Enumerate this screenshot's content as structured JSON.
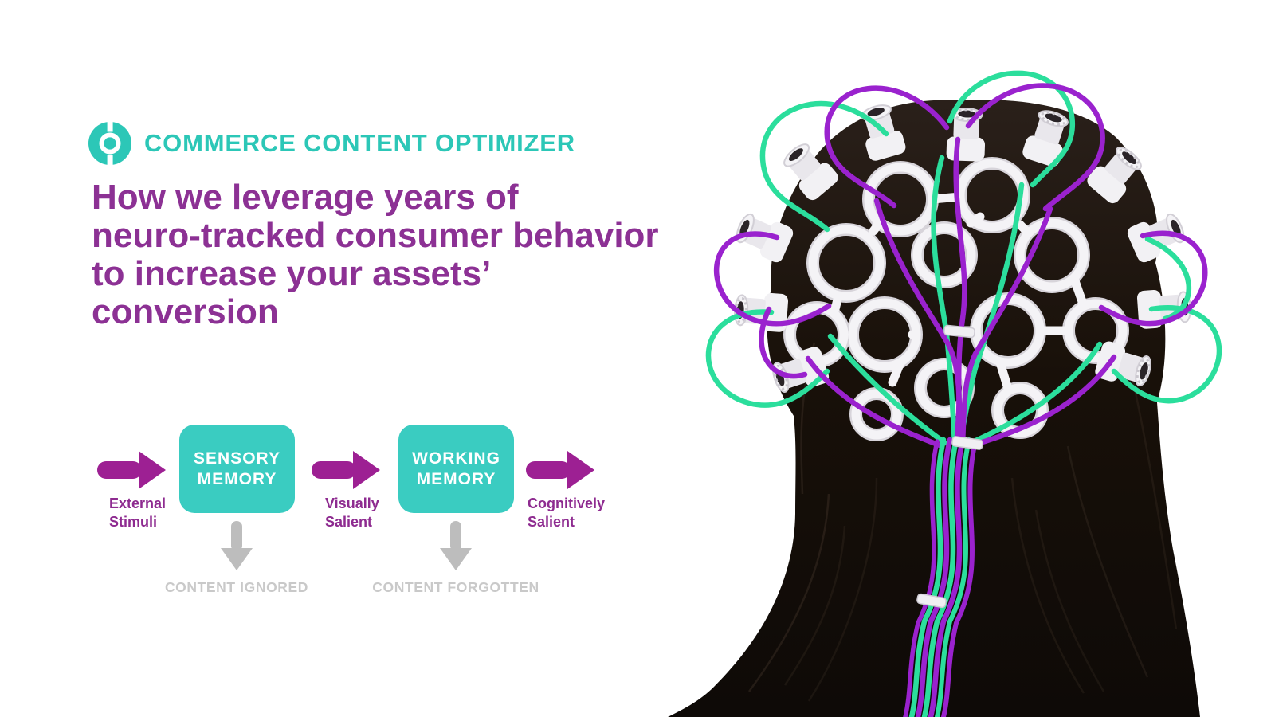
{
  "brand": {
    "name": "COMMERCE CONTENT OPTIMIZER",
    "logo": "circular-target-logo",
    "color_teal": "#2cc7b7"
  },
  "heading": {
    "full_text": "How we leverage years of neuro-tracked consumer behavior to increase your assets’ conversion",
    "lines": [
      "How we leverage years of",
      "neuro-tracked consumer behavior",
      "to increase your assets’",
      "conversion"
    ],
    "color_purple": "#8c3194"
  },
  "flow": {
    "box1": {
      "line1": "SENSORY",
      "line2": "MEMORY"
    },
    "box2": {
      "line1": "WORKING",
      "line2": "MEMORY"
    },
    "label1": {
      "line1": "External",
      "line2": "Stimuli"
    },
    "label2": {
      "line1": "Visually",
      "line2": "Salient"
    },
    "label3": {
      "line1": "Cognitively",
      "line2": "Salient"
    },
    "dropout1": "CONTENT IGNORED",
    "dropout2": "CONTENT FORGOTTEN",
    "colors": {
      "box_teal": "#3accc1",
      "arrow_purple": "#9d2093",
      "label_purple": "#8e2b90",
      "dropout_gray": "#c9c9c9",
      "gray_arrow": "#bdbdbd"
    }
  },
  "photo": {
    "description": "Back of a person's head with long dark hair wearing a white EEG electrode cap; bright purple and green wires loop around the cap and braid down the neck with white cable ties",
    "wire_purple": "#9a22ce",
    "wire_green": "#2bde9c",
    "cap_white": "#f4f3f6",
    "hair_dark": "#17100c"
  }
}
